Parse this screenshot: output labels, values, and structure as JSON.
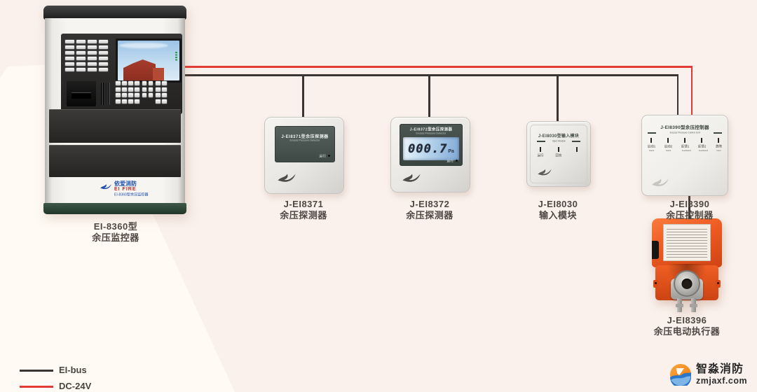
{
  "colors": {
    "background": "#faf1ec",
    "background_highlight": "#fffaf4",
    "bus_wire": "#3a3432",
    "power_wire": "#e23b35",
    "actuator_orange": "#e8551f",
    "panel_base_green": "#2d4438"
  },
  "panel": {
    "label_line1": "EI-8360型",
    "label_line2": "余压监控器",
    "logo": {
      "cn": "依爱消防",
      "en": "EI FIRE",
      "model": "EI-8360型余压监控器"
    }
  },
  "devices": [
    {
      "model": "J-EI8371",
      "type": "余压探测器",
      "screen_title": "J-EI8371型余压探测器",
      "screen_subtitle": "Excess Pressure Detector",
      "run_led": "运行"
    },
    {
      "model": "J-EI8372",
      "type": "余压探测器",
      "screen_title": "J-EI8372型余压探测器",
      "screen_subtitle": "Excess Pressure Detector",
      "lcd_value": "000.7",
      "lcd_unit": "Pa",
      "run_led": "运行"
    },
    {
      "model": "J-EI8030",
      "type": "输入模块",
      "screen_title": "J-EI8030型输入模块",
      "screen_subtitle": "Input Module",
      "led_labels": [
        "运行",
        "回答"
      ]
    },
    {
      "model": "J-EI8390",
      "type": "余压控制器",
      "screen_title": "J-EI8390型余压控制器",
      "screen_subtitle": "Excess Pressure Control Unit",
      "leds": [
        {
          "cn": "启动1",
          "en": "Start1"
        },
        {
          "cn": "启动2",
          "en": "Start2"
        },
        {
          "cn": "反馈1",
          "en": "Feedback1"
        },
        {
          "cn": "反馈2",
          "en": "Feedback2"
        },
        {
          "cn": "故障",
          "en": "Fault"
        }
      ]
    },
    {
      "model": "J-EI8396",
      "type": "余压电动执行器"
    }
  ],
  "legend": {
    "items": [
      {
        "label": "EI-bus"
      },
      {
        "label": "DC-24V"
      }
    ]
  },
  "branding": {
    "name": "智淼消防",
    "website": "zmjaxf.com"
  }
}
